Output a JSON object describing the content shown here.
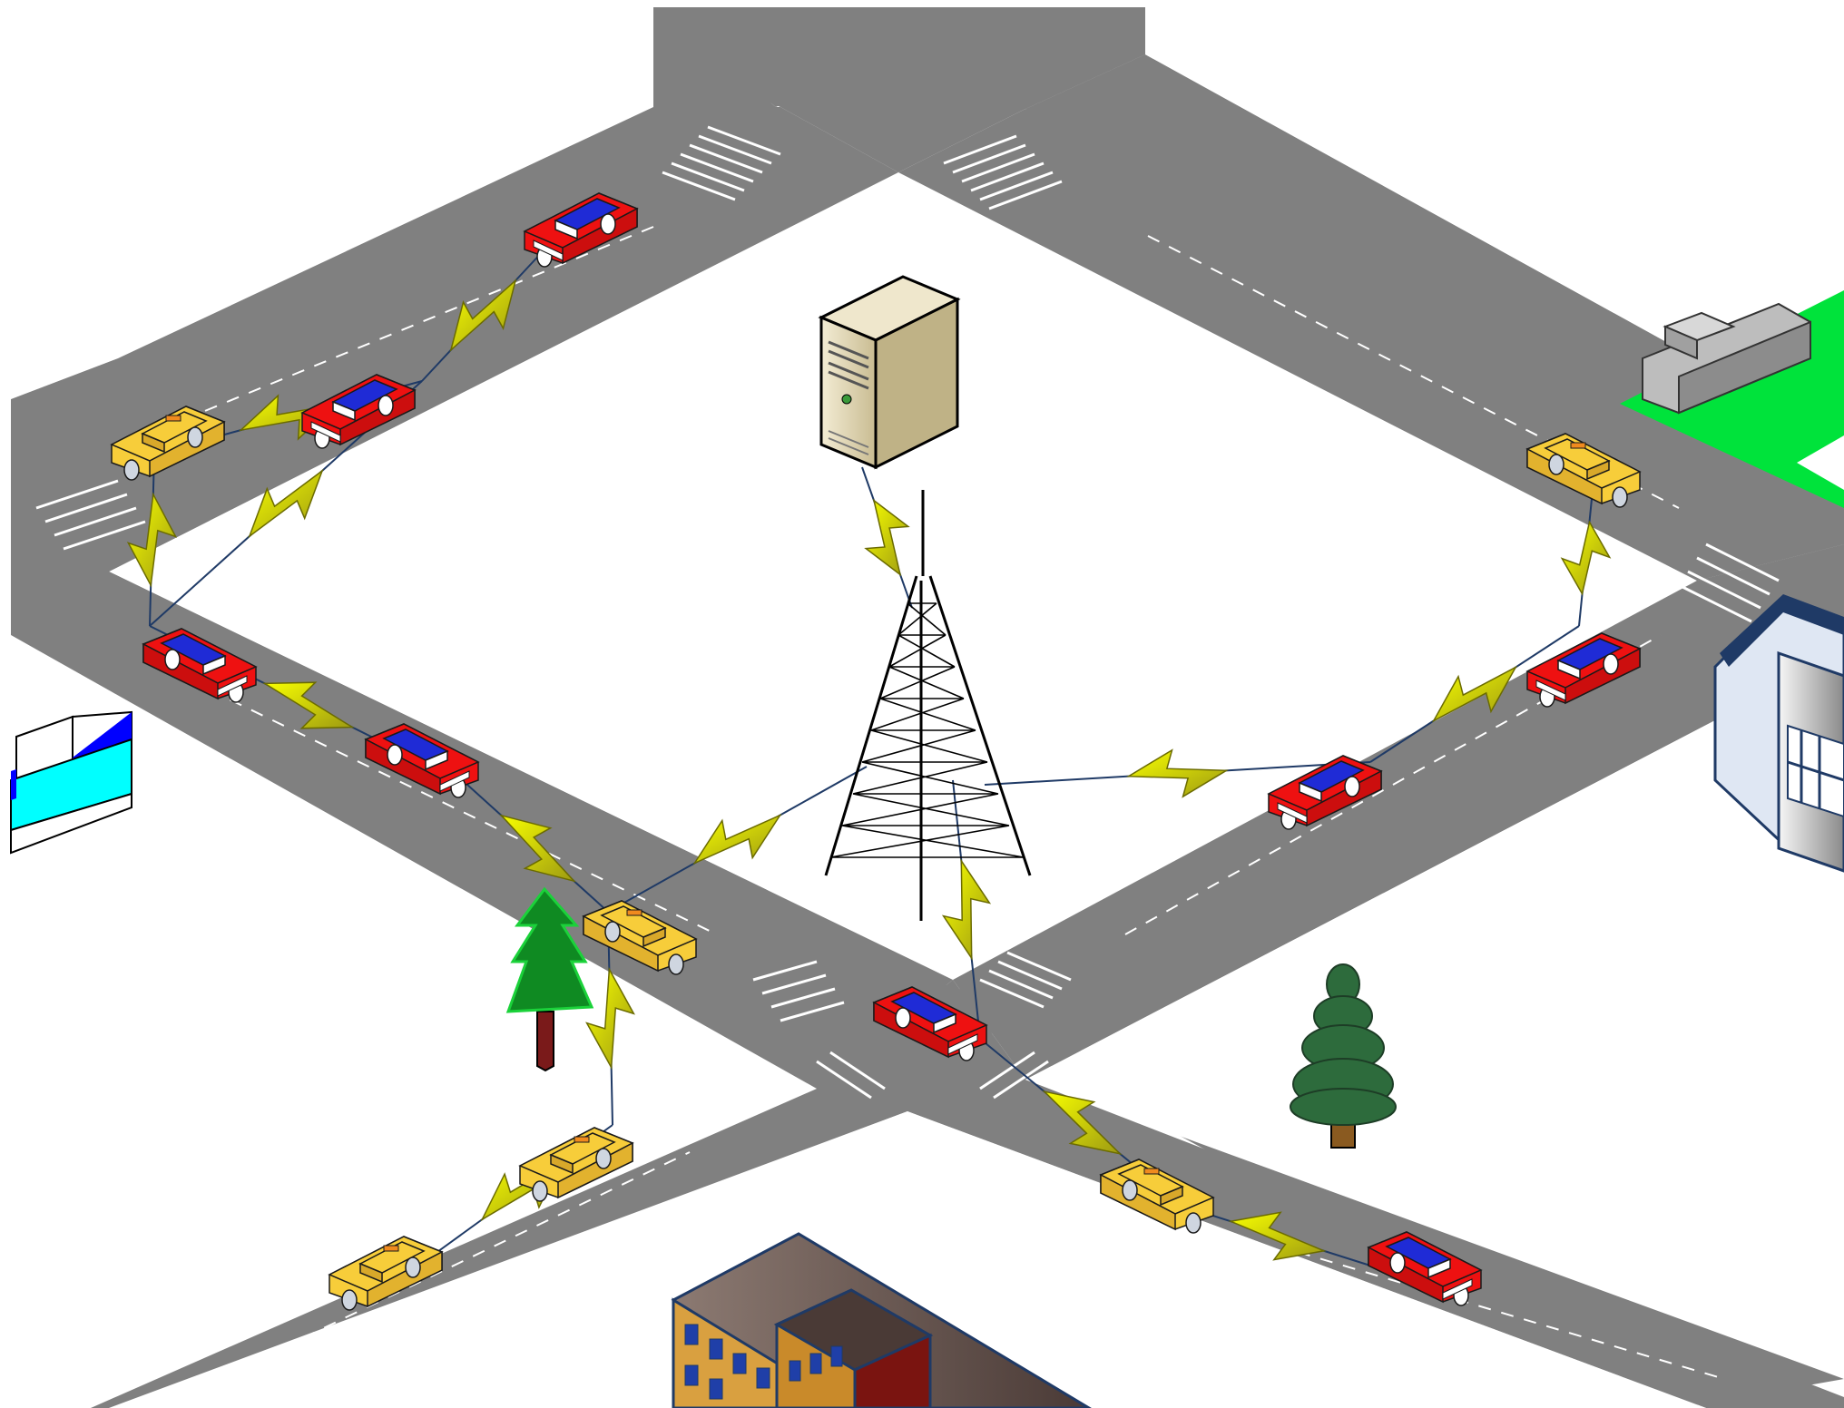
{
  "diagram": {
    "colors": {
      "background": "#ffffff",
      "road": "#808080",
      "lane_marking": "#ffffff",
      "red_car": "#ee1111",
      "red_car_roof": "#1f2bd6",
      "taxi": "#f7cd3a",
      "taxi_light": "#f08a1e",
      "signal_bolt": "#f4f000",
      "link_line": "#1f3a66",
      "tower": "#000000",
      "server_body": "#e9e0c4",
      "tree_bright": "#0f8a22",
      "tree_dark": "#2d6b3c",
      "tree_trunk": "#7a1a1a",
      "grass": "#00e33b"
    },
    "nodes": [
      {
        "name": "server",
        "icon": "server-tower-icon"
      },
      {
        "name": "cell-tower",
        "icon": "lattice-antenna-tower-icon"
      },
      {
        "name": "red-car-1",
        "icon": "red-car-icon"
      },
      {
        "name": "red-car-2",
        "icon": "red-car-icon"
      },
      {
        "name": "red-car-3",
        "icon": "red-car-icon"
      },
      {
        "name": "red-car-4",
        "icon": "red-car-icon"
      },
      {
        "name": "red-car-5",
        "icon": "red-car-icon"
      },
      {
        "name": "red-car-6",
        "icon": "red-car-icon"
      },
      {
        "name": "red-car-7",
        "icon": "red-car-icon"
      },
      {
        "name": "red-car-8",
        "icon": "red-car-icon"
      },
      {
        "name": "taxi-1",
        "icon": "taxi-icon"
      },
      {
        "name": "taxi-2",
        "icon": "taxi-icon"
      },
      {
        "name": "taxi-3",
        "icon": "taxi-icon"
      },
      {
        "name": "taxi-4",
        "icon": "taxi-icon"
      },
      {
        "name": "taxi-5",
        "icon": "taxi-icon"
      },
      {
        "name": "taxi-6",
        "icon": "taxi-icon"
      }
    ],
    "links": [
      [
        "red-car-1",
        "red-car-2"
      ],
      [
        "red-car-2",
        "taxi-1"
      ],
      [
        "taxi-1",
        "red-car-3"
      ],
      [
        "red-car-2",
        "red-car-3"
      ],
      [
        "red-car-3",
        "red-car-4"
      ],
      [
        "red-car-4",
        "taxi-2"
      ],
      [
        "taxi-2",
        "cell-tower"
      ],
      [
        "cell-tower",
        "server"
      ],
      [
        "taxi-3",
        "red-car-5"
      ],
      [
        "red-car-5",
        "red-car-6"
      ],
      [
        "red-car-6",
        "cell-tower"
      ],
      [
        "cell-tower",
        "red-car-7"
      ],
      [
        "red-car-7",
        "taxi-4"
      ],
      [
        "taxi-4",
        "red-car-8"
      ],
      [
        "taxi-2",
        "taxi-5"
      ],
      [
        "taxi-5",
        "taxi-6"
      ]
    ]
  }
}
